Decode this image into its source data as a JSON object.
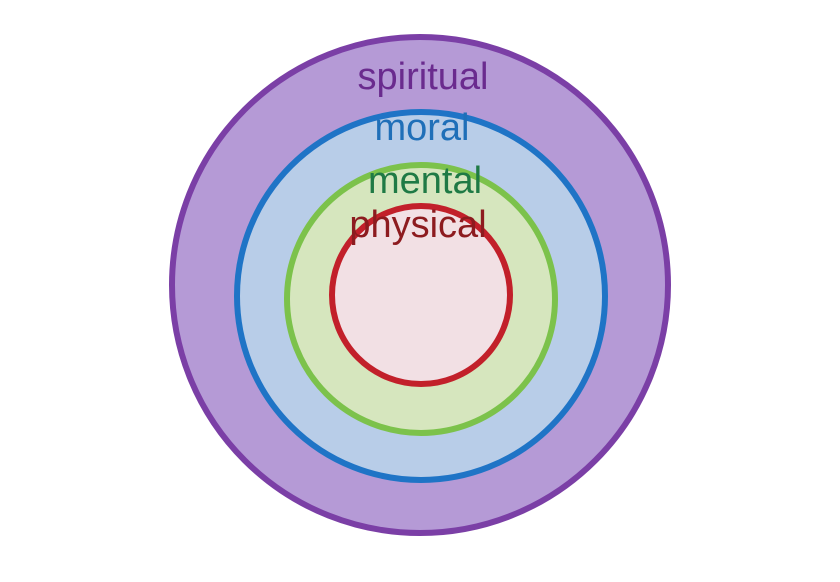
{
  "diagram": {
    "layers": [
      {
        "id": "spiritual",
        "label": "spiritual",
        "fill": "#b59ad6",
        "stroke": "#7b3fa6",
        "text_color": "#6a2b8e"
      },
      {
        "id": "moral",
        "label": "moral",
        "fill": "#b8cde8",
        "stroke": "#1f74c6",
        "text_color": "#1f6fb8"
      },
      {
        "id": "mental",
        "label": "mental",
        "fill": "#d6e6be",
        "stroke": "#7cc24b",
        "text_color": "#1f7a45"
      },
      {
        "id": "physical",
        "label": "physical",
        "fill": "#f2e0e4",
        "stroke": "#c2202a",
        "text_color": "#8d1b1f"
      }
    ]
  }
}
